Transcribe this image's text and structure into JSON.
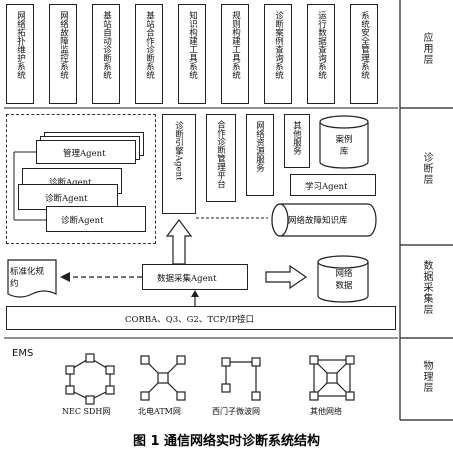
{
  "layers": {
    "application": "应用层",
    "diagnosis": "诊断层",
    "data_collection": "数据采集层",
    "physical": "物理层"
  },
  "app_systems": [
    "网络拓扑维护系统",
    "网络故障监控系统",
    "基站自动诊断系统",
    "基站合作诊断系统",
    "知识构建工具系统",
    "规则构建工具系统",
    "诊断案例查询系统",
    "运行数据查询系统",
    "系统安全管理系统"
  ],
  "diagnosis": {
    "management_agent": "管理Agent",
    "diag_agent_1": "诊断Agent",
    "diag_agent_2": "诊断Agent",
    "diag_agent_3": "诊断Agent",
    "engine": "诊断引擎Agent",
    "collab_platform": "合作诊断管理平台",
    "resource_service": "网络资源服务",
    "other_services": "其他服务",
    "case_library": "案例库",
    "learning_agent": "学习Agent",
    "fault_kb": "网络故障知识库"
  },
  "data_collection": {
    "standardize": "标准化规约",
    "collector": "数据采集Agent",
    "network_data": "网络数据",
    "interfaces": "CORBA、Q3、G2、TCP/IP接口"
  },
  "physical": {
    "ems": "EMS",
    "networks": [
      "NEC SDH网",
      "北电ATM网",
      "西门子微波网",
      "其他网络"
    ]
  },
  "caption": "图 1 通信网络实时诊断系统结构"
}
